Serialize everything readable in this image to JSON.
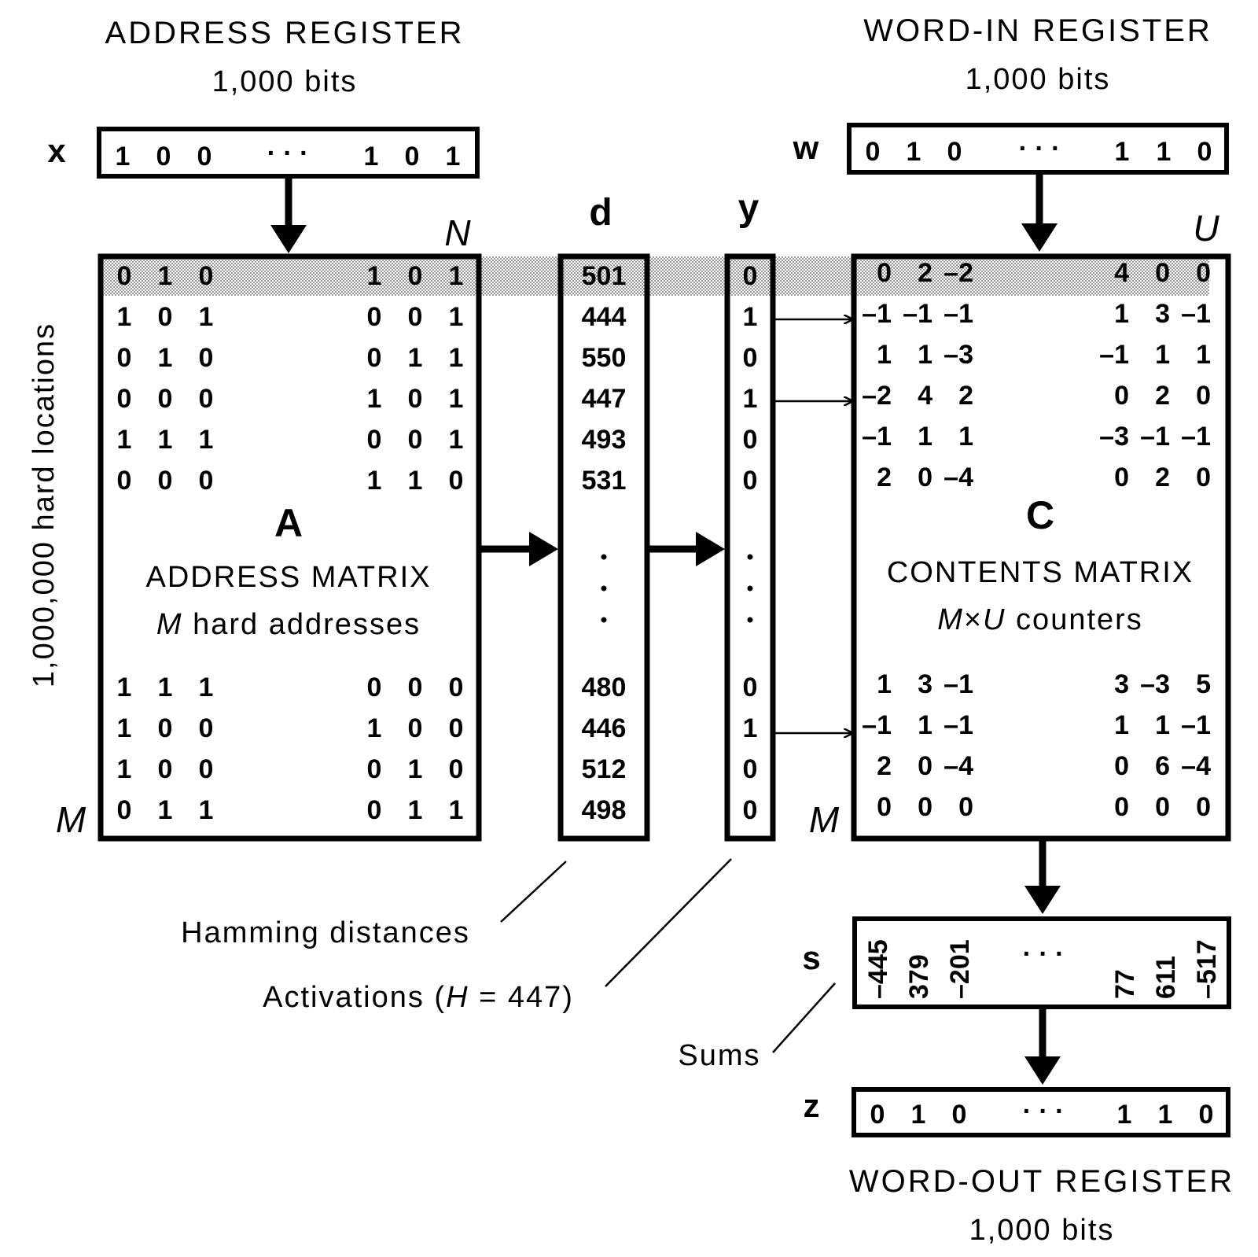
{
  "address_register": {
    "title": "ADDRESS REGISTER",
    "size": "1,000 bits",
    "symbol": "x",
    "bits_left": [
      "1",
      "0",
      "0"
    ],
    "ellipsis": "· · ·",
    "bits_right": [
      "1",
      "0",
      "1"
    ]
  },
  "word_in_register": {
    "title": "WORD-IN REGISTER",
    "size": "1,000 bits",
    "symbol": "w",
    "bits_left": [
      "0",
      "1",
      "0"
    ],
    "ellipsis": "· · ·",
    "bits_right": [
      "1",
      "1",
      "0"
    ]
  },
  "address_matrix": {
    "corner_top": "N",
    "corner_bottom": "M",
    "letter": "A",
    "name": "ADDRESS MATRIX",
    "desc_var": "M",
    "desc_text": " hard addresses",
    "rows_top": [
      [
        "0",
        "1",
        "0",
        "1",
        "0",
        "1"
      ],
      [
        "1",
        "0",
        "1",
        "0",
        "0",
        "1"
      ],
      [
        "0",
        "1",
        "0",
        "0",
        "1",
        "1"
      ],
      [
        "0",
        "0",
        "0",
        "1",
        "0",
        "1"
      ],
      [
        "1",
        "1",
        "1",
        "0",
        "0",
        "1"
      ],
      [
        "0",
        "0",
        "0",
        "1",
        "1",
        "0"
      ]
    ],
    "rows_bottom": [
      [
        "1",
        "1",
        "1",
        "0",
        "0",
        "0"
      ],
      [
        "1",
        "0",
        "0",
        "1",
        "0",
        "0"
      ],
      [
        "1",
        "0",
        "0",
        "0",
        "1",
        "0"
      ],
      [
        "0",
        "1",
        "1",
        "0",
        "1",
        "1"
      ]
    ]
  },
  "hard_locations_label": "1,000,000 hard locations",
  "distances": {
    "symbol": "d",
    "top": [
      "501",
      "444",
      "550",
      "447",
      "493",
      "531"
    ],
    "bottom": [
      "480",
      "446",
      "512",
      "498"
    ],
    "caption": "Hamming distances"
  },
  "activations": {
    "symbol": "y",
    "top": [
      "0",
      "1",
      "0",
      "1",
      "0",
      "0"
    ],
    "bottom": [
      "0",
      "1",
      "0",
      "0"
    ],
    "caption_prefix": "Activations (",
    "caption_var": "H",
    "caption_suffix": " = 447)"
  },
  "contents_matrix": {
    "corner_top": "U",
    "corner_bottom": "M",
    "letter": "C",
    "name": "CONTENTS MATRIX",
    "desc_m": "M",
    "desc_times": "×",
    "desc_u": "U",
    "desc_text": " counters",
    "rows_top": [
      [
        "0",
        "2",
        "–2",
        "4",
        "0",
        "0"
      ],
      [
        "–1",
        "–1",
        "–1",
        "1",
        "3",
        "–1"
      ],
      [
        "1",
        "1",
        "–3",
        "–1",
        "1",
        "1"
      ],
      [
        "–2",
        "4",
        "2",
        "0",
        "2",
        "0"
      ],
      [
        "–1",
        "1",
        "1",
        "–3",
        "–1",
        "–1"
      ],
      [
        "2",
        "0",
        "–4",
        "0",
        "2",
        "0"
      ]
    ],
    "rows_bottom": [
      [
        "1",
        "3",
        "–1",
        "3",
        "–3",
        "5"
      ],
      [
        "–1",
        "1",
        "–1",
        "1",
        "1",
        "–1"
      ],
      [
        "2",
        "0",
        "–4",
        "0",
        "6",
        "–4"
      ],
      [
        "0",
        "0",
        "0",
        "0",
        "0",
        "0"
      ]
    ]
  },
  "sums": {
    "symbol": "s",
    "left": [
      "–445",
      "379",
      "–201"
    ],
    "ellipsis": "· · ·",
    "right": [
      "77",
      "611",
      "–517"
    ],
    "caption": "Sums"
  },
  "word_out_register": {
    "symbol": "z",
    "bits_left": [
      "0",
      "1",
      "0"
    ],
    "ellipsis": "· · ·",
    "bits_right": [
      "1",
      "1",
      "0"
    ],
    "title": "WORD-OUT REGISTER",
    "size": "1,000 bits"
  },
  "colors": {
    "ink": "#000000",
    "highlight": "#c8c8c8",
    "paper": "#ffffff"
  }
}
